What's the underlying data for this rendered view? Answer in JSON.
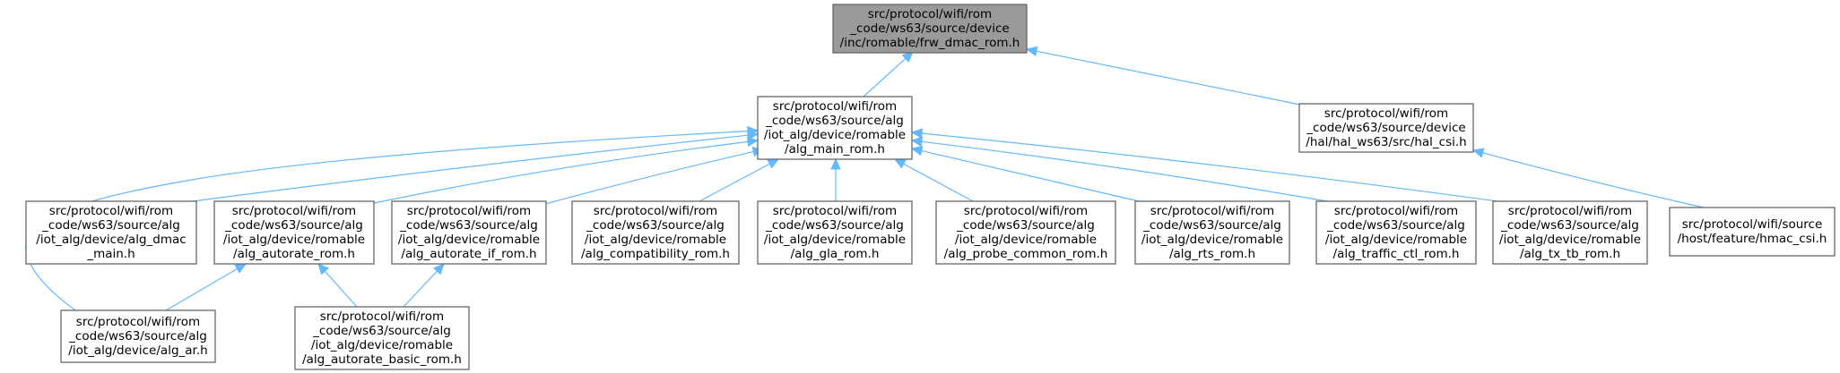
{
  "colors": {
    "edge": "#63b8ff",
    "root_fill": "#9a9a9a",
    "node_stroke": "#666666"
  },
  "nodes": [
    {
      "id": "frw_dmac_rom",
      "role": "root",
      "lines": [
        "src/protocol/wifi/rom",
        "_code/ws63/source/device",
        "/inc/romable/frw_dmac_rom.h"
      ]
    },
    {
      "id": "alg_main_rom",
      "lines": [
        "src/protocol/wifi/rom",
        "_code/ws63/source/alg",
        "/iot_alg/device/romable",
        "/alg_main_rom.h"
      ]
    },
    {
      "id": "hal_csi",
      "lines": [
        "src/protocol/wifi/rom",
        "_code/ws63/source/device",
        "/hal/hal_ws63/src/hal_csi.h"
      ]
    },
    {
      "id": "alg_dmac_main",
      "lines": [
        "src/protocol/wifi/rom",
        "_code/ws63/source/alg",
        "/iot_alg/device/alg_dmac",
        "_main.h"
      ]
    },
    {
      "id": "alg_autorate_rom",
      "lines": [
        "src/protocol/wifi/rom",
        "_code/ws63/source/alg",
        "/iot_alg/device/romable",
        "/alg_autorate_rom.h"
      ]
    },
    {
      "id": "alg_autorate_if_rom",
      "lines": [
        "src/protocol/wifi/rom",
        "_code/ws63/source/alg",
        "/iot_alg/device/romable",
        "/alg_autorate_if_rom.h"
      ]
    },
    {
      "id": "alg_compatibility_rom",
      "lines": [
        "src/protocol/wifi/rom",
        "_code/ws63/source/alg",
        "/iot_alg/device/romable",
        "/alg_compatibility_rom.h"
      ]
    },
    {
      "id": "alg_gla_rom",
      "lines": [
        "src/protocol/wifi/rom",
        "_code/ws63/source/alg",
        "/iot_alg/device/romable",
        "/alg_gla_rom.h"
      ]
    },
    {
      "id": "alg_probe_common_rom",
      "lines": [
        "src/protocol/wifi/rom",
        "_code/ws63/source/alg",
        "/iot_alg/device/romable",
        "/alg_probe_common_rom.h"
      ]
    },
    {
      "id": "alg_rts_rom",
      "lines": [
        "src/protocol/wifi/rom",
        "_code/ws63/source/alg",
        "/iot_alg/device/romable",
        "/alg_rts_rom.h"
      ]
    },
    {
      "id": "alg_traffic_ctl_rom",
      "lines": [
        "src/protocol/wifi/rom",
        "_code/ws63/source/alg",
        "/iot_alg/device/romable",
        "/alg_traffic_ctl_rom.h"
      ]
    },
    {
      "id": "alg_tx_tb_rom",
      "lines": [
        "src/protocol/wifi/rom",
        "_code/ws63/source/alg",
        "/iot_alg/device/romable",
        "/alg_tx_tb_rom.h"
      ]
    },
    {
      "id": "hmac_csi",
      "lines": [
        "src/protocol/wifi/source",
        "/host/feature/hmac_csi.h"
      ]
    },
    {
      "id": "alg_ar",
      "lines": [
        "src/protocol/wifi/rom",
        "_code/ws63/source/alg",
        "/iot_alg/device/alg_ar.h"
      ]
    },
    {
      "id": "alg_autorate_basic_rom",
      "lines": [
        "src/protocol/wifi/rom",
        "_code/ws63/source/alg",
        "/iot_alg/device/romable",
        "/alg_autorate_basic_rom.h"
      ]
    }
  ],
  "edges": [
    {
      "from": "alg_main_rom",
      "to": "frw_dmac_rom"
    },
    {
      "from": "hal_csi",
      "to": "frw_dmac_rom"
    },
    {
      "from": "alg_dmac_main",
      "to": "alg_main_rom"
    },
    {
      "from": "alg_autorate_rom",
      "to": "alg_main_rom"
    },
    {
      "from": "alg_autorate_if_rom",
      "to": "alg_main_rom"
    },
    {
      "from": "alg_compatibility_rom",
      "to": "alg_main_rom"
    },
    {
      "from": "alg_gla_rom",
      "to": "alg_main_rom"
    },
    {
      "from": "alg_probe_common_rom",
      "to": "alg_main_rom"
    },
    {
      "from": "alg_rts_rom",
      "to": "alg_main_rom"
    },
    {
      "from": "alg_traffic_ctl_rom",
      "to": "alg_main_rom"
    },
    {
      "from": "alg_tx_tb_rom",
      "to": "alg_main_rom"
    },
    {
      "from": "alg_ar",
      "to": "alg_main_rom"
    },
    {
      "from": "hmac_csi",
      "to": "hal_csi"
    },
    {
      "from": "alg_ar",
      "to": "alg_autorate_rom"
    },
    {
      "from": "alg_autorate_basic_rom",
      "to": "alg_autorate_rom"
    },
    {
      "from": "alg_autorate_basic_rom",
      "to": "alg_autorate_if_rom"
    }
  ]
}
